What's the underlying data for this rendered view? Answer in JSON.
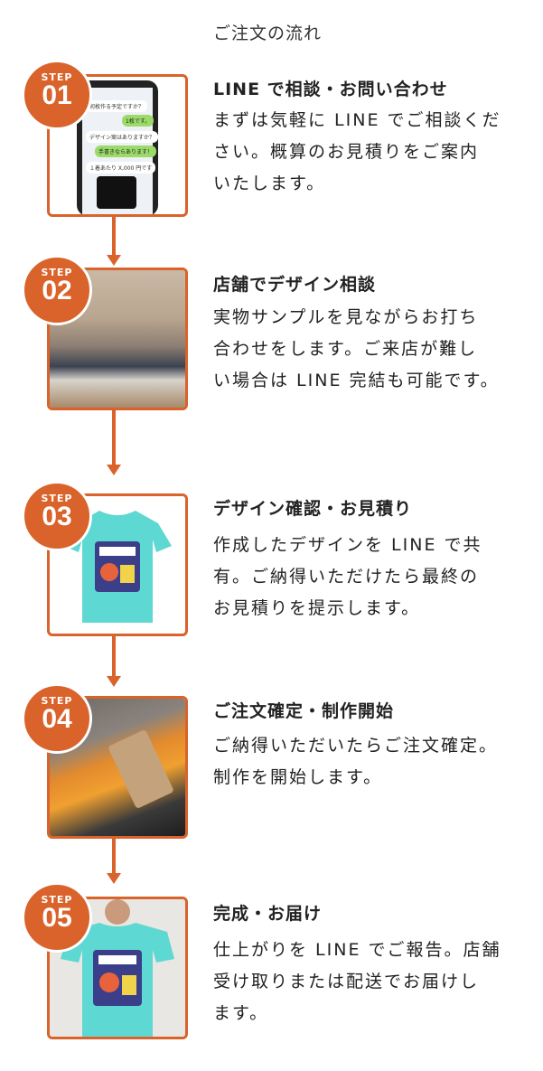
{
  "page": {
    "title": "ご注文の流れ"
  },
  "colors": {
    "accent": "#d9632a"
  },
  "steps": [
    {
      "label": "STEP",
      "number": "01",
      "heading": "LINE で相談・お問い合わせ",
      "lines": [
        "まずは気軽に LINE でご相談くだ",
        "さい。概算のお見積りをご案内",
        "いたします。"
      ],
      "chat": [
        "何枚作る予定ですか？",
        "1枚です。",
        "デザイン案はありますか？",
        "手書きならあります！",
        "１着あたり X,000 円です"
      ]
    },
    {
      "label": "STEP",
      "number": "02",
      "heading": "店舗でデザイン相談",
      "lines": [
        "実物サンプルを見ながらお打ち",
        "合わせをします。ご来店が難し",
        "い場合は LINE 完結も可能です。"
      ]
    },
    {
      "label": "STEP",
      "number": "03",
      "heading": "デザイン確認・お見積り",
      "lines": [
        "作成したデザインを LINE で共",
        "有。ご納得いただけたら最終の",
        "お見積りを提示します。"
      ]
    },
    {
      "label": "STEP",
      "number": "04",
      "heading": "ご注文確定・制作開始",
      "lines": [
        "ご納得いただいたらご注文確定。",
        "制作を開始します。"
      ]
    },
    {
      "label": "STEP",
      "number": "05",
      "heading": "完成・お届け",
      "lines": [
        "仕上がりを LINE でご報告。店舗",
        "受け取りまたは配送でお届けし",
        "ます。"
      ]
    }
  ]
}
